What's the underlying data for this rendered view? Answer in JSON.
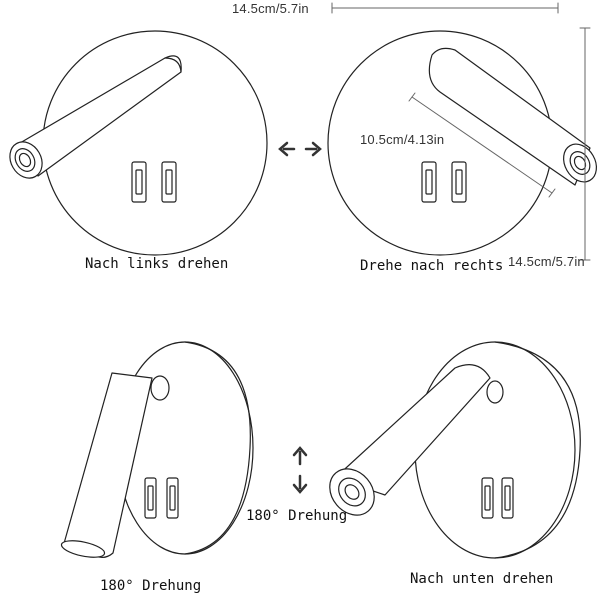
{
  "labels": {
    "turn_left": "Nach links drehen",
    "turn_right": "Drehe nach rechts",
    "rotation_180_a": "180° Drehung",
    "rotation_180_b": "180° Drehung",
    "turn_down": "Nach unten drehen"
  },
  "dimensions": {
    "width_top": "14.5cm/5.7in",
    "height_side": "14.5cm/5.7in",
    "arm_length": "10.5cm/4.13in"
  },
  "colors": {
    "stroke": "#222222",
    "dim_line": "#666666"
  },
  "icons": {
    "horizontal": "double-arrow-horizontal-icon",
    "vertical": "double-arrow-vertical-icon"
  }
}
